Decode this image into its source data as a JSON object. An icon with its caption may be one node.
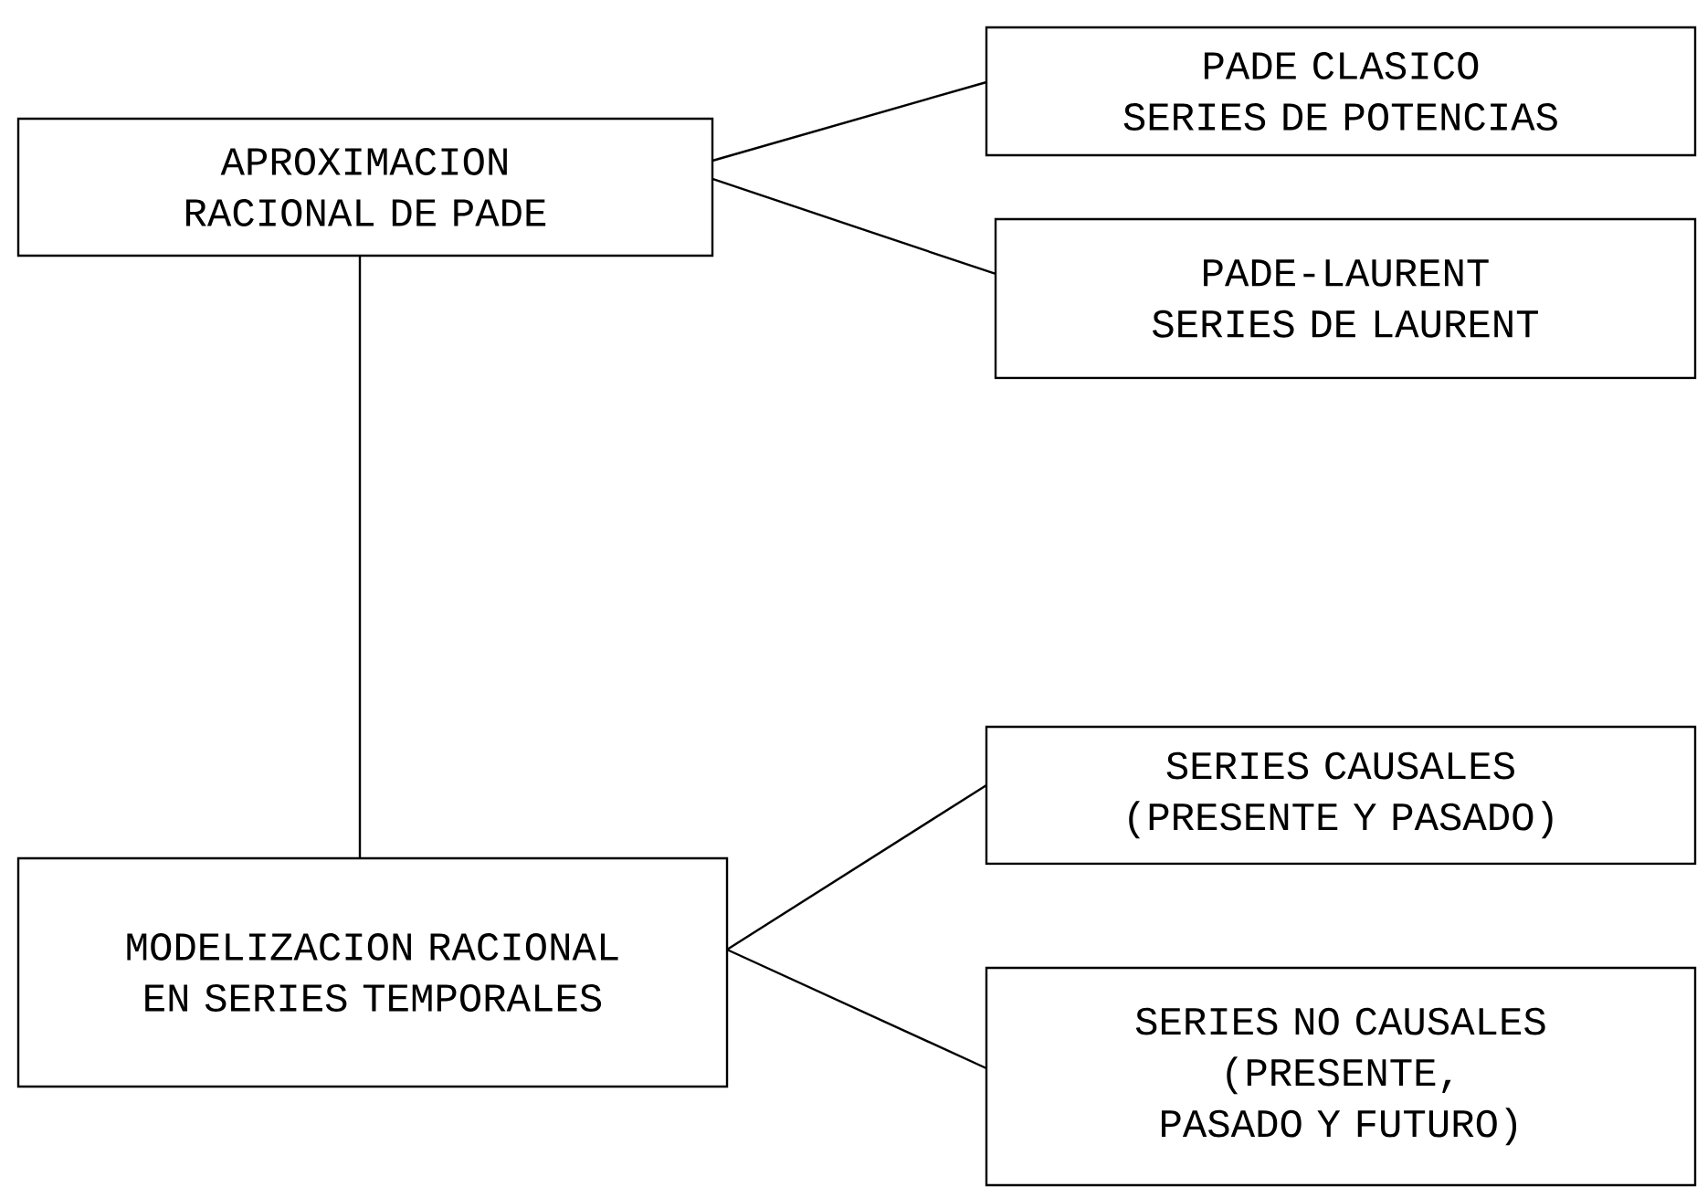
{
  "diagram": {
    "nodes": [
      {
        "text": [
          "APROXIMACION RACIONAL DE PADE"
        ]
      },
      {
        "text": [
          "PADE CLASICO",
          "SERIES DE POTENCIAS"
        ]
      },
      {
        "text": [
          "PADE-LAURENT",
          "SERIES DE LAURENT"
        ]
      },
      {
        "text": [
          "SERIES CAUSALES",
          "(PRESENTE Y PASADO)"
        ]
      },
      {
        "text": [
          "SERIES NO CAUSALES",
          "(PRESENTE, PASADO Y FUTURO)"
        ]
      },
      {
        "text": [
          "MODELIZACION RACIONAL EN SERIES TEMPORALES"
        ]
      }
    ],
    "edges": [
      {
        "from": 0,
        "to": 1,
        "arrow": "none"
      },
      {
        "from": 0,
        "to": 2,
        "arrow": "none"
      },
      {
        "from": 0,
        "to": 5,
        "arrow": "none"
      },
      {
        "from": 5,
        "to": 3,
        "arrow": "none"
      },
      {
        "from": 5,
        "to": 4,
        "arrow": "none"
      }
    ]
  }
}
